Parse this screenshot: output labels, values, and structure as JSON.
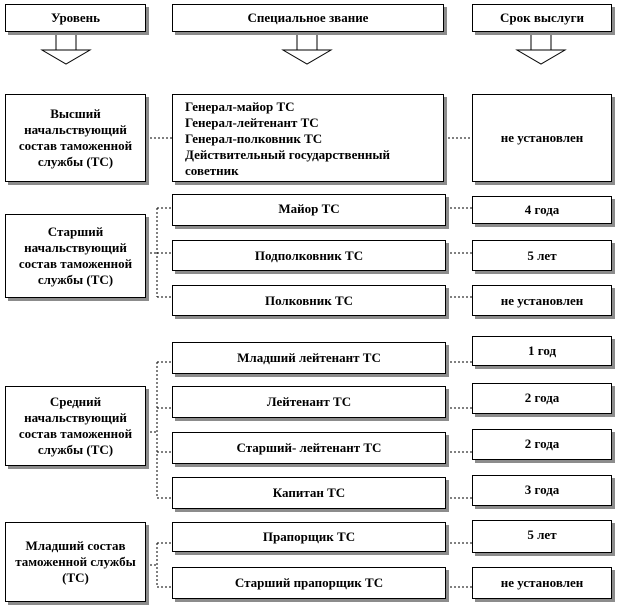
{
  "headers": {
    "level": "Уровень",
    "rank": "Специальное звание",
    "term": "Срок выслуги"
  },
  "levels": [
    "Высший начальствующий состав таможенной службы (ТС)",
    "Старший начальствующий состав таможенной службы (ТС)",
    "Средний начальствующий состав таможенной службы (ТС)",
    "Младший состав таможенной службы (ТС)"
  ],
  "top_ranks": [
    "Генерал-майор ТС",
    "Генерал-лейтенант ТС",
    "Генерал-полковник ТС",
    "Действительный государственный советник"
  ],
  "top_term": "не установлен",
  "senior": [
    {
      "rank": "Майор ТС",
      "term": "4 года"
    },
    {
      "rank": "Подполковник ТС",
      "term": "5 лет"
    },
    {
      "rank": "Полковник ТС",
      "term": "не установлен"
    }
  ],
  "middle": [
    {
      "rank": "Младший лейтенант ТС",
      "term": "1 год"
    },
    {
      "rank": "Лейтенант ТС",
      "term": "2 года"
    },
    {
      "rank": "Старший- лейтенант ТС",
      "term": "2 года"
    },
    {
      "rank": "Капитан ТС",
      "term": "3 года"
    }
  ],
  "junior": [
    {
      "rank": "Прапорщик ТС",
      "term": "5 лет"
    },
    {
      "rank": "Старший прапорщик ТС",
      "term": "не установлен"
    }
  ]
}
